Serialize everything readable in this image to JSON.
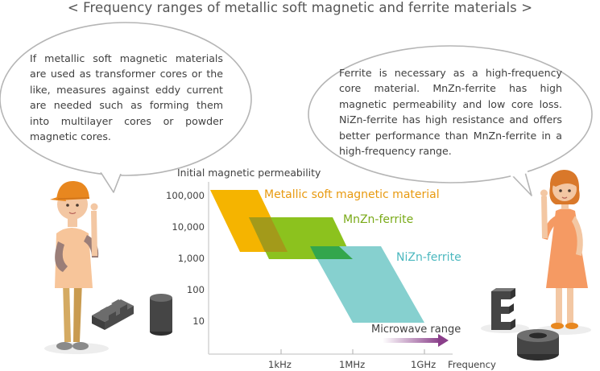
{
  "title": "< Frequency ranges of metallic soft magnetic and ferrite materials >",
  "bubbles": {
    "left": "If metallic soft magnetic materials are used as transformer cores or the like, measures against eddy current are needed such as forming them into multilayer cores or powder magnetic cores.",
    "right": "Ferrite is necessary as a high-frequency core material. MnZn-ferrite has high magnetic permeability and low core loss. NiZn-ferrite has high resistance and offers better performance than MnZn-ferrite in a high-frequency range."
  },
  "diagram": {
    "y_axis_title": "Initial magnetic permeability",
    "y_ticks": [
      "100,000",
      "10,000",
      "1,000",
      "100",
      "10"
    ],
    "x_ticks": [
      "1kHz",
      "1MHz",
      "1GHz"
    ],
    "x_axis_label": "Frequency",
    "microwave_label": "Microwave range",
    "series": [
      {
        "name": "Metallic soft magnetic material",
        "color": "#f5b400"
      },
      {
        "name": "MnZn-ferrite",
        "color": "#8cc21e"
      },
      {
        "name": "NiZn-ferrite",
        "color": "#6fcaca"
      }
    ]
  },
  "colors": {
    "text": "#3f3f3f",
    "bubble_stroke": "#b5b5b5",
    "axis": "#d3d3d3",
    "microwave_arrow": "#8a3f8a"
  },
  "icons": {
    "left_character": "man-with-cap-icon",
    "right_character": "woman-icon",
    "core_e": "e-core-icon",
    "core_rod": "rod-core-icon",
    "core_ring": "ring-core-icon"
  }
}
